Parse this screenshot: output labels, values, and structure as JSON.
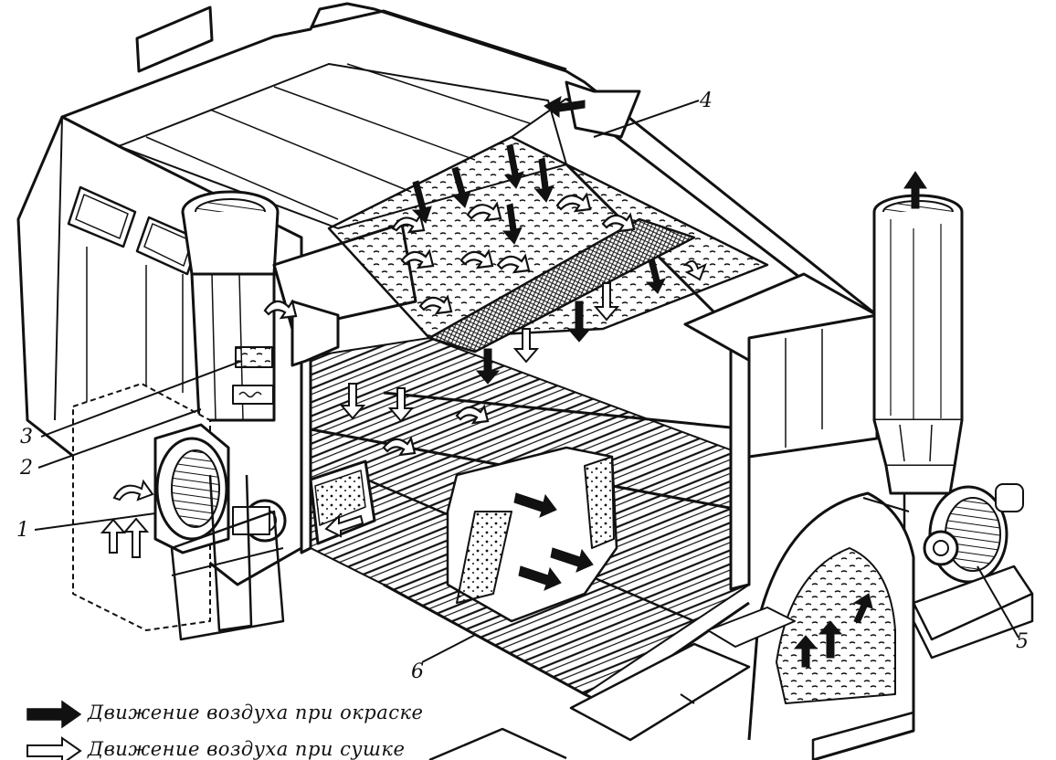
{
  "callouts": {
    "c1": "1",
    "c2": "2",
    "c3": "3",
    "c4": "4",
    "c5": "5",
    "c6": "6"
  },
  "legend": {
    "painting_label": "Движение воздуха при окраске",
    "drying_label": "Движение воздуха при сушке"
  },
  "colors": {
    "ink": "#111111",
    "paper": "#ffffff"
  }
}
